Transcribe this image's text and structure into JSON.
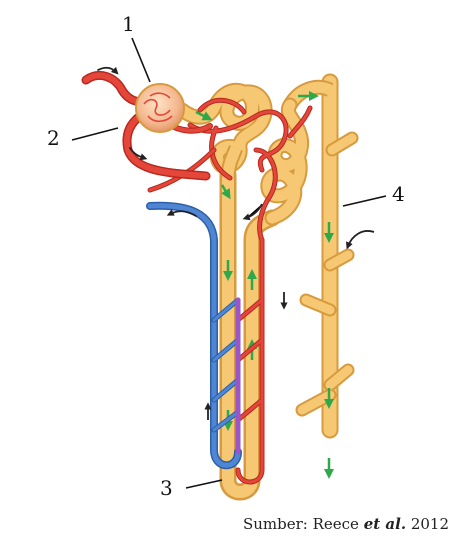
{
  "callouts": {
    "one": "1",
    "two": "2",
    "three": "3",
    "four": "4"
  },
  "caption": {
    "prefix": "Sumber: Reece ",
    "emph": "et al.",
    "suffix": " 2012"
  },
  "colors": {
    "tubule": "#f6c873",
    "tubule_edge": "#d79a3e",
    "artery": "#e5463a",
    "artery_edge": "#b7281f",
    "vein": "#4f86d3",
    "vein_edge": "#2d5ea8",
    "capillary_mix": "#9a56c8",
    "glomerulus": "#f3b38a",
    "flow_arrow_green": "#2fa84a",
    "flow_arrow_dark": "#222222"
  }
}
